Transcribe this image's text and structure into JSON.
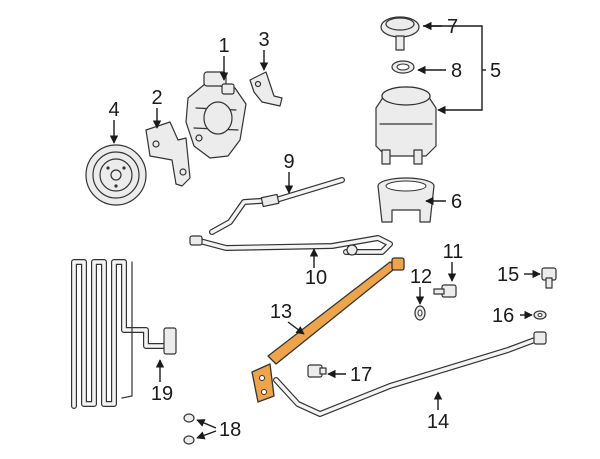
{
  "accent_color": "#eea44a",
  "callouts": [
    {
      "id": "c1",
      "text": "1"
    },
    {
      "id": "c2",
      "text": "2"
    },
    {
      "id": "c3",
      "text": "3"
    },
    {
      "id": "c4",
      "text": "4"
    },
    {
      "id": "c5",
      "text": "5"
    },
    {
      "id": "c6",
      "text": "6"
    },
    {
      "id": "c7",
      "text": "7"
    },
    {
      "id": "c8",
      "text": "8"
    },
    {
      "id": "c9",
      "text": "9"
    },
    {
      "id": "c10",
      "text": "10"
    },
    {
      "id": "c11",
      "text": "11"
    },
    {
      "id": "c12",
      "text": "12"
    },
    {
      "id": "c13",
      "text": "13"
    },
    {
      "id": "c14",
      "text": "14"
    },
    {
      "id": "c15",
      "text": "15"
    },
    {
      "id": "c16",
      "text": "16"
    },
    {
      "id": "c17",
      "text": "17"
    },
    {
      "id": "c18",
      "text": "18"
    },
    {
      "id": "c19",
      "text": "19"
    }
  ]
}
